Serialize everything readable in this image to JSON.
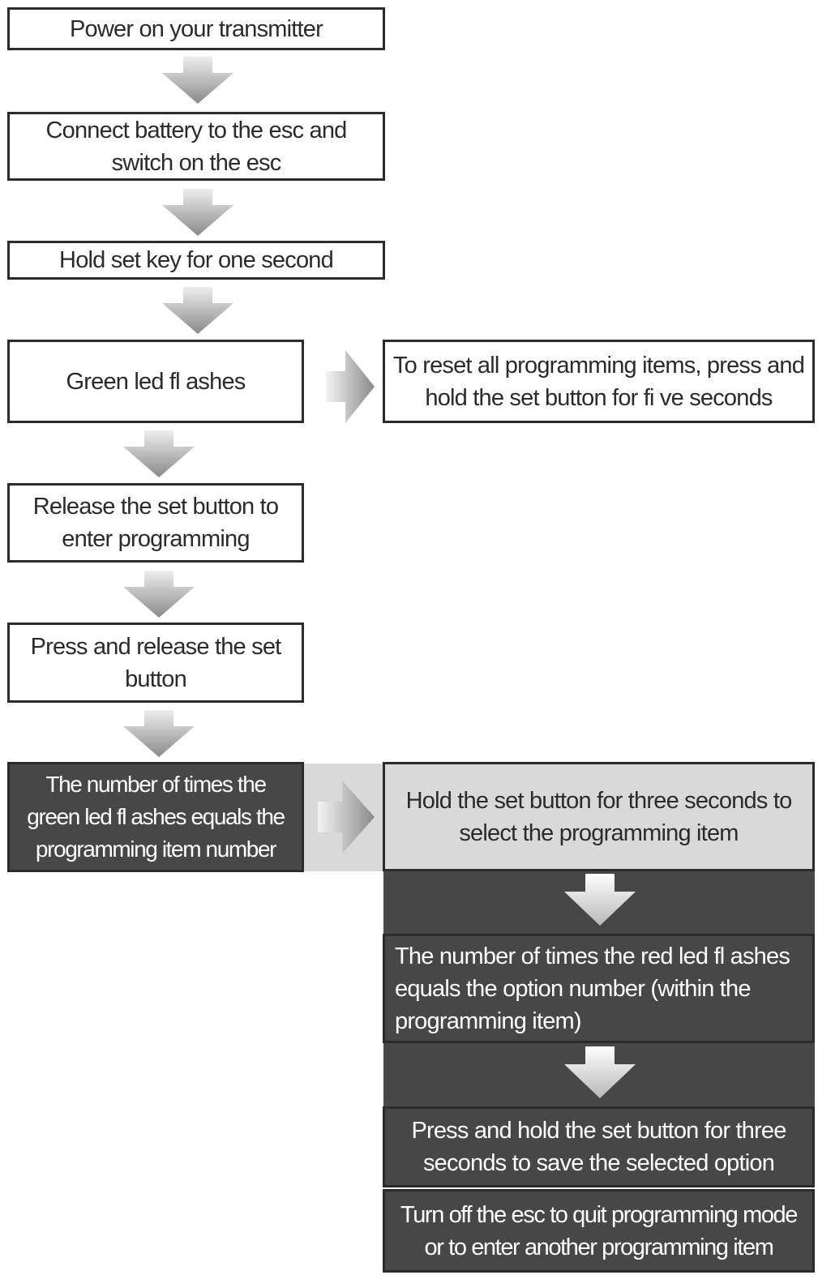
{
  "steps": {
    "s1": "Power on your transmitter",
    "s2": "Connect battery to the esc and switch on the esc",
    "s3": "Hold set key for one second",
    "s4": "Green led fl ashes",
    "s4_side": "To reset all programming items, press and hold the set button for fi ve seconds",
    "s5": "Release the set button to enter programming",
    "s6": "Press and release the set button",
    "s7": "The number of times the green led fl ashes equals the programming item number",
    "s8": "Hold the set button for three seconds to select the programming item",
    "s9": "The number of times the red led fl ashes equals the option number (within the programming item)",
    "s10": "Press and hold the set button for three seconds to save the selected option",
    "s11": "Turn off the esc to quit programming mode or to enter another programming item"
  },
  "colors": {
    "box_border": "#2b2b2b",
    "dark_fill": "#474747",
    "light_fill": "#d9d9d9",
    "arrow_light": "#e6e6e6",
    "arrow_dark": "#8c8c8c"
  }
}
